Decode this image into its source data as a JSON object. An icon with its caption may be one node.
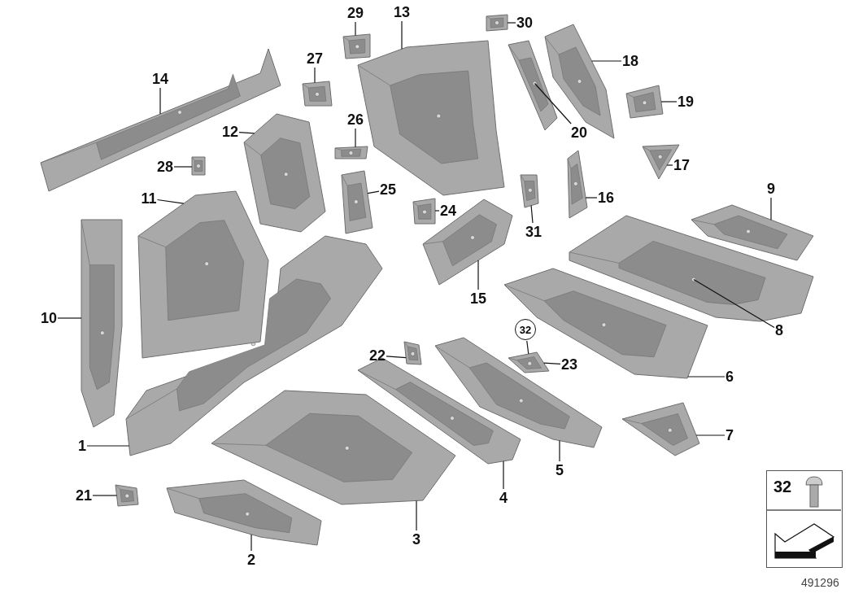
{
  "diagram": {
    "nodes": [
      {
        "text": [
          "1"
        ]
      },
      {
        "text": [
          "2"
        ]
      },
      {
        "text": [
          "3"
        ]
      },
      {
        "text": [
          "4"
        ]
      },
      {
        "text": [
          "5"
        ]
      },
      {
        "text": [
          "6"
        ]
      },
      {
        "text": [
          "7"
        ]
      },
      {
        "text": [
          "8"
        ]
      },
      {
        "text": [
          "9"
        ]
      },
      {
        "text": [
          "10"
        ]
      },
      {
        "text": [
          "11"
        ]
      },
      {
        "text": [
          "12"
        ]
      },
      {
        "text": [
          "13"
        ]
      },
      {
        "text": [
          "14"
        ]
      },
      {
        "text": [
          "15"
        ]
      },
      {
        "text": [
          "16"
        ]
      },
      {
        "text": [
          "17"
        ]
      },
      {
        "text": [
          "18"
        ]
      },
      {
        "text": [
          "19"
        ]
      },
      {
        "text": [
          "20"
        ]
      },
      {
        "text": [
          "21"
        ]
      },
      {
        "text": [
          "22"
        ]
      },
      {
        "text": [
          "23"
        ]
      },
      {
        "text": [
          "24"
        ]
      },
      {
        "text": [
          "25"
        ]
      },
      {
        "text": [
          "26"
        ]
      },
      {
        "text": [
          "27"
        ]
      },
      {
        "text": [
          "28"
        ]
      },
      {
        "text": [
          "29"
        ]
      },
      {
        "text": [
          "30"
        ]
      },
      {
        "text": [
          "31"
        ]
      },
      {
        "text": [],
        "shape": "picture"
      },
      {
        "text": [],
        "shape": "picture"
      },
      {
        "text": [],
        "shape": "picture"
      },
      {
        "text": [],
        "shape": "picture"
      },
      {
        "text": [],
        "shape": "picture"
      },
      {
        "text": [],
        "shape": "picture"
      },
      {
        "text": [],
        "shape": "picture"
      },
      {
        "text": [],
        "shape": "picture"
      },
      {
        "text": [],
        "shape": "picture"
      },
      {
        "text": [],
        "shape": "picture"
      },
      {
        "text": [],
        "shape": "picture"
      },
      {
        "text": [],
        "shape": "picture"
      },
      {
        "text": [],
        "shape": "picture"
      },
      {
        "text": [],
        "shape": "picture"
      },
      {
        "text": [],
        "shape": "picture"
      },
      {
        "text": [],
        "shape": "picture"
      },
      {
        "text": [],
        "shape": "picture"
      },
      {
        "text": [],
        "shape": "picture"
      },
      {
        "text": [],
        "shape": "picture"
      },
      {
        "text": [],
        "shape": "picture"
      },
      {
        "text": [],
        "shape": "picture"
      },
      {
        "text": [],
        "shape": "picture"
      },
      {
        "text": [],
        "shape": "picture"
      },
      {
        "text": [],
        "shape": "picture"
      },
      {
        "text": [],
        "shape": "picture"
      },
      {
        "text": [],
        "shape": "picture"
      },
      {
        "text": [],
        "shape": "picture"
      },
      {
        "text": [],
        "shape": "picture"
      },
      {
        "text": [],
        "shape": "picture"
      },
      {
        "text": [],
        "shape": "picture"
      },
      {
        "text": [],
        "shape": "picture"
      },
      {
        "text": [
          "32"
        ]
      },
      {
        "text": [
          "32"
        ]
      }
    ],
    "edges": [
      {
        "from": 0,
        "to": 31,
        "arrow": "none"
      },
      {
        "from": 1,
        "to": 32,
        "arrow": "none"
      },
      {
        "from": 2,
        "to": 33,
        "arrow": "none"
      },
      {
        "from": 3,
        "to": 34,
        "arrow": "none"
      },
      {
        "from": 4,
        "to": 35,
        "arrow": "none"
      },
      {
        "from": 5,
        "to": 36,
        "arrow": "none"
      },
      {
        "from": 6,
        "to": 37,
        "arrow": "none"
      },
      {
        "from": 7,
        "to": 38,
        "arrow": "none"
      },
      {
        "from": 8,
        "to": 39,
        "arrow": "none"
      },
      {
        "from": 9,
        "to": 40,
        "arrow": "none"
      },
      {
        "from": 10,
        "to": 41,
        "arrow": "none"
      },
      {
        "from": 11,
        "to": 42,
        "arrow": "none"
      },
      {
        "from": 12,
        "to": 43,
        "arrow": "none"
      },
      {
        "from": 13,
        "to": 44,
        "arrow": "none"
      },
      {
        "from": 14,
        "to": 45,
        "arrow": "none"
      },
      {
        "from": 15,
        "to": 46,
        "arrow": "none"
      },
      {
        "from": 16,
        "to": 47,
        "arrow": "none"
      },
      {
        "from": 17,
        "to": 48,
        "arrow": "none"
      },
      {
        "from": 18,
        "to": 49,
        "arrow": "none"
      },
      {
        "from": 19,
        "to": 50,
        "arrow": "none"
      },
      {
        "from": 20,
        "to": 51,
        "arrow": "none"
      },
      {
        "from": 21,
        "to": 52,
        "arrow": "none"
      },
      {
        "from": 22,
        "to": 53,
        "arrow": "none"
      },
      {
        "from": 23,
        "to": 54,
        "arrow": "none"
      },
      {
        "from": 24,
        "to": 55,
        "arrow": "none"
      },
      {
        "from": 25,
        "to": 56,
        "arrow": "none"
      },
      {
        "from": 26,
        "to": 57,
        "arrow": "none"
      },
      {
        "from": 27,
        "to": 58,
        "arrow": "none"
      },
      {
        "from": 28,
        "to": 59,
        "arrow": "none"
      },
      {
        "from": 29,
        "to": 60,
        "arrow": "none"
      },
      {
        "from": 30,
        "to": 61,
        "arrow": "none"
      },
      {
        "from": 62,
        "to": 53,
        "arrow": "none"
      }
    ],
    "labels": [
      "491296"
    ]
  }
}
